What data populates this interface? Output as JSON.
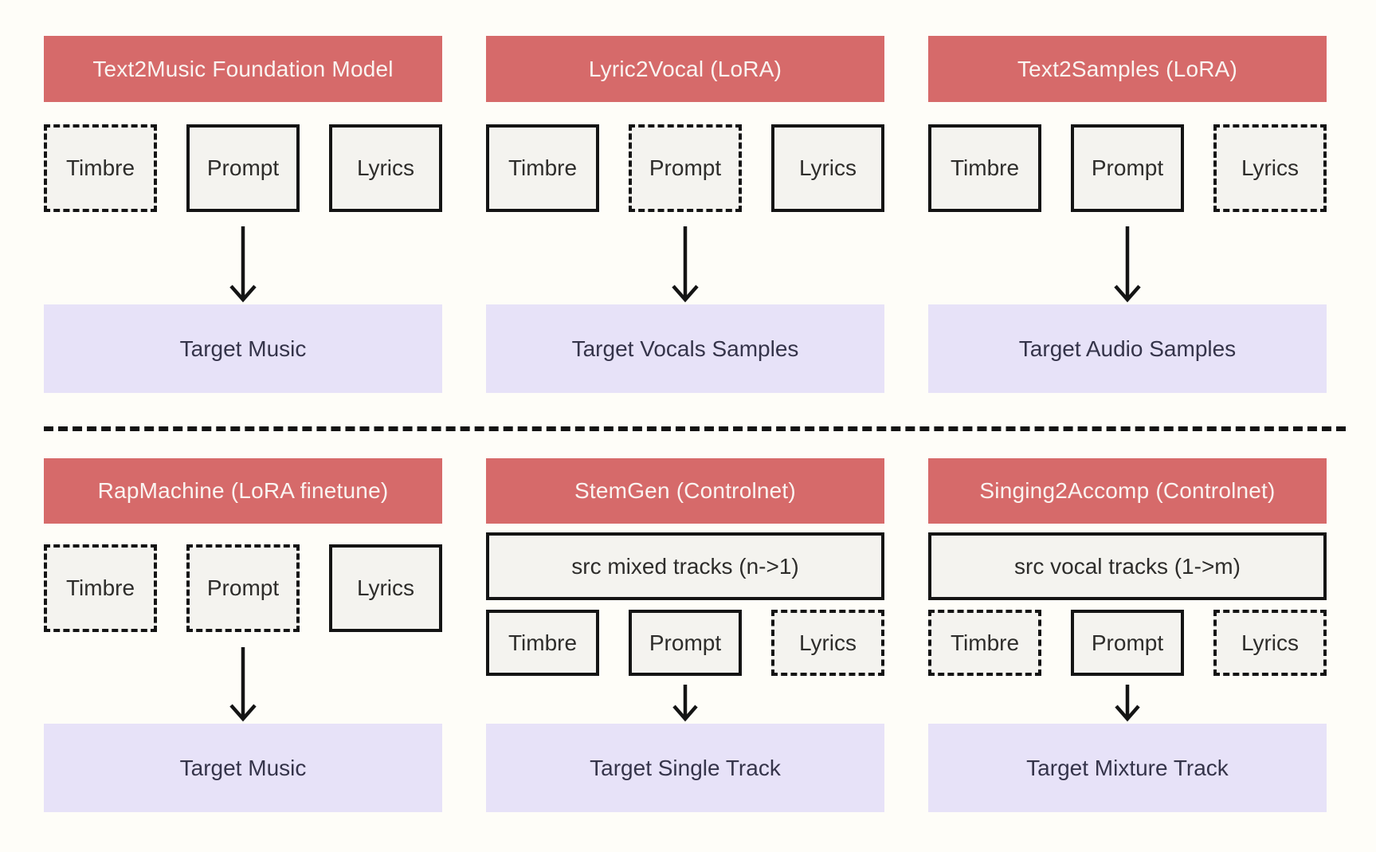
{
  "diagram": {
    "colors": {
      "page_bg": "#fefdf8",
      "header_bg": "#d66a6a",
      "header_text": "#faf4f1",
      "box_bg": "#f4f3ef",
      "box_border": "#141414",
      "box_text": "#2e2d2b",
      "target_bg": "#e7e2f8",
      "target_text": "#35344a"
    },
    "panels": [
      {
        "id": "text2music",
        "title": "Text2Music Foundation Model",
        "variant": "simple",
        "inputs": [
          {
            "label": "Timbre",
            "style": "dashed"
          },
          {
            "label": "Prompt",
            "style": "solid"
          },
          {
            "label": "Lyrics",
            "style": "solid"
          }
        ],
        "target": "Target Music"
      },
      {
        "id": "lyric2vocal",
        "title": "Lyric2Vocal (LoRA)",
        "variant": "simple",
        "inputs": [
          {
            "label": "Timbre",
            "style": "solid"
          },
          {
            "label": "Prompt",
            "style": "dashed"
          },
          {
            "label": "Lyrics",
            "style": "solid"
          }
        ],
        "target": "Target Vocals Samples"
      },
      {
        "id": "text2samples",
        "title": "Text2Samples (LoRA)",
        "variant": "simple",
        "inputs": [
          {
            "label": "Timbre",
            "style": "solid"
          },
          {
            "label": "Prompt",
            "style": "solid"
          },
          {
            "label": "Lyrics",
            "style": "dashed"
          }
        ],
        "target": "Target Audio Samples"
      },
      {
        "id": "rapmachine",
        "title": "RapMachine (LoRA finetune)",
        "variant": "simple",
        "inputs": [
          {
            "label": "Timbre",
            "style": "dashed"
          },
          {
            "label": "Prompt",
            "style": "dashed"
          },
          {
            "label": "Lyrics",
            "style": "solid"
          }
        ],
        "target": "Target Music"
      },
      {
        "id": "stemgen",
        "title": "StemGen (Controlnet)",
        "variant": "controlnet",
        "src_track": {
          "label": "src mixed tracks (n->1)",
          "style": "solid"
        },
        "inputs": [
          {
            "label": "Timbre",
            "style": "solid"
          },
          {
            "label": "Prompt",
            "style": "solid"
          },
          {
            "label": "Lyrics",
            "style": "dashed"
          }
        ],
        "target": "Target Single Track"
      },
      {
        "id": "singing2accomp",
        "title": "Singing2Accomp (Controlnet)",
        "variant": "controlnet",
        "src_track": {
          "label": "src vocal tracks (1->m)",
          "style": "solid"
        },
        "inputs": [
          {
            "label": "Timbre",
            "style": "dashed"
          },
          {
            "label": "Prompt",
            "style": "solid"
          },
          {
            "label": "Lyrics",
            "style": "dashed"
          }
        ],
        "target": "Target Mixture Track"
      }
    ]
  }
}
